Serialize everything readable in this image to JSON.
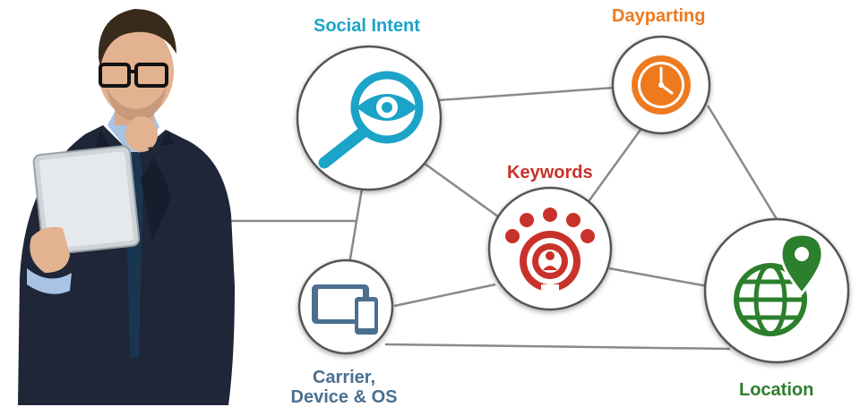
{
  "nodes": {
    "social": {
      "label": "Social Intent",
      "color": "#1ba3c8",
      "icon": "magnifying-eye-icon"
    },
    "daypart": {
      "label": "Dayparting",
      "color": "#ee7a1f",
      "icon": "clock-icon"
    },
    "keywords": {
      "label": "Keywords",
      "color": "#c8322a",
      "icon": "person-target-icon"
    },
    "carrier": {
      "label": "Carrier, Device & OS",
      "color": "#4a6f8f",
      "icon": "tablet-phone-icon"
    },
    "location": {
      "label": "Location",
      "color": "#2c7f2c",
      "icon": "globe-pin-icon"
    }
  }
}
